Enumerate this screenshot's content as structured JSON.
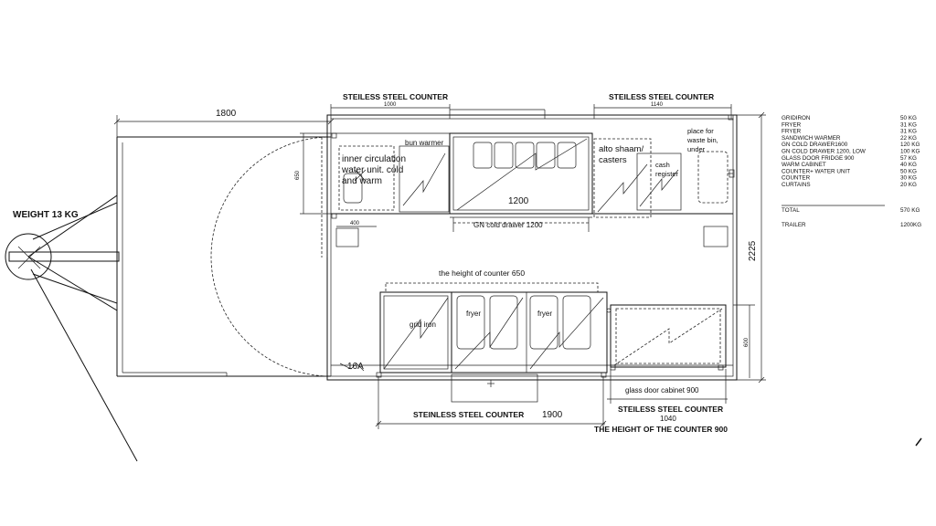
{
  "drawing": {
    "labels": {
      "top_counter_left": "STEILESS STEEL COUNTER",
      "top_counter_right": "STEILESS STEEL COUNTER",
      "dim_1800": "1800",
      "dim_1000": "1000",
      "dim_1140": "1140",
      "dim_650": "650",
      "dim_400": "400",
      "dim_1200": "1200",
      "dim_2225": "2225",
      "dim_600": "600",
      "dim_1900": "1900",
      "dim_1040": "1040",
      "weight": "WEIGHT 13 KG",
      "inner_circ_1": "inner circulation",
      "inner_circ_2": "water unit. cold",
      "inner_circ_3": "and warm",
      "bun_warmer": "bun warmer",
      "gn_cold_drawer": "GN cold drawer 1200",
      "alto_1": "alto shaam/",
      "alto_2": "casters",
      "cash_1": "cash",
      "cash_2": "register",
      "waste_1": "place for",
      "waste_2": "waste bin,",
      "waste_3": "under",
      "counter_height_650": "the height of counter 650",
      "grid_iron": "grid iron",
      "fryer_1": "fryer",
      "fryer_2": "fryer",
      "amp_16a": "16A",
      "glass_door": "glass door cabinet 900",
      "bottom_counter_left": "STEINLESS STEEL COUNTER",
      "bottom_counter_right": "STEILESS STEEL COUNTER",
      "counter_height_900": "THE HEIGHT OF THE  COUNTER 900"
    },
    "weights": [
      {
        "item": "GRIDIRON",
        "kg": "50 KG"
      },
      {
        "item": "FRYER",
        "kg": "31 KG"
      },
      {
        "item": "FRYER",
        "kg": "31 KG"
      },
      {
        "item": "SANDWICH WARMER",
        "kg": "22 KG"
      },
      {
        "item": "GN COLD DRAWER1600",
        "kg": "120 KG"
      },
      {
        "item": "GN COLD DRAWER 1200, LOW",
        "kg": "100 KG"
      },
      {
        "item": "GLASS DOOR FRIDGE 900",
        "kg": "57 KG"
      },
      {
        "item": "WARM CABINET",
        "kg": "40 KG"
      },
      {
        "item": "COUNTER+ WATER UNIT",
        "kg": "50 KG"
      },
      {
        "item": "COUNTER",
        "kg": "30 KG"
      },
      {
        "item": "CURTAINS",
        "kg": "20 KG"
      }
    ],
    "total": {
      "item": "TOTAL",
      "kg": "570 KG"
    },
    "trailer": {
      "item": "TRAILER",
      "kg": "1200KG"
    }
  }
}
